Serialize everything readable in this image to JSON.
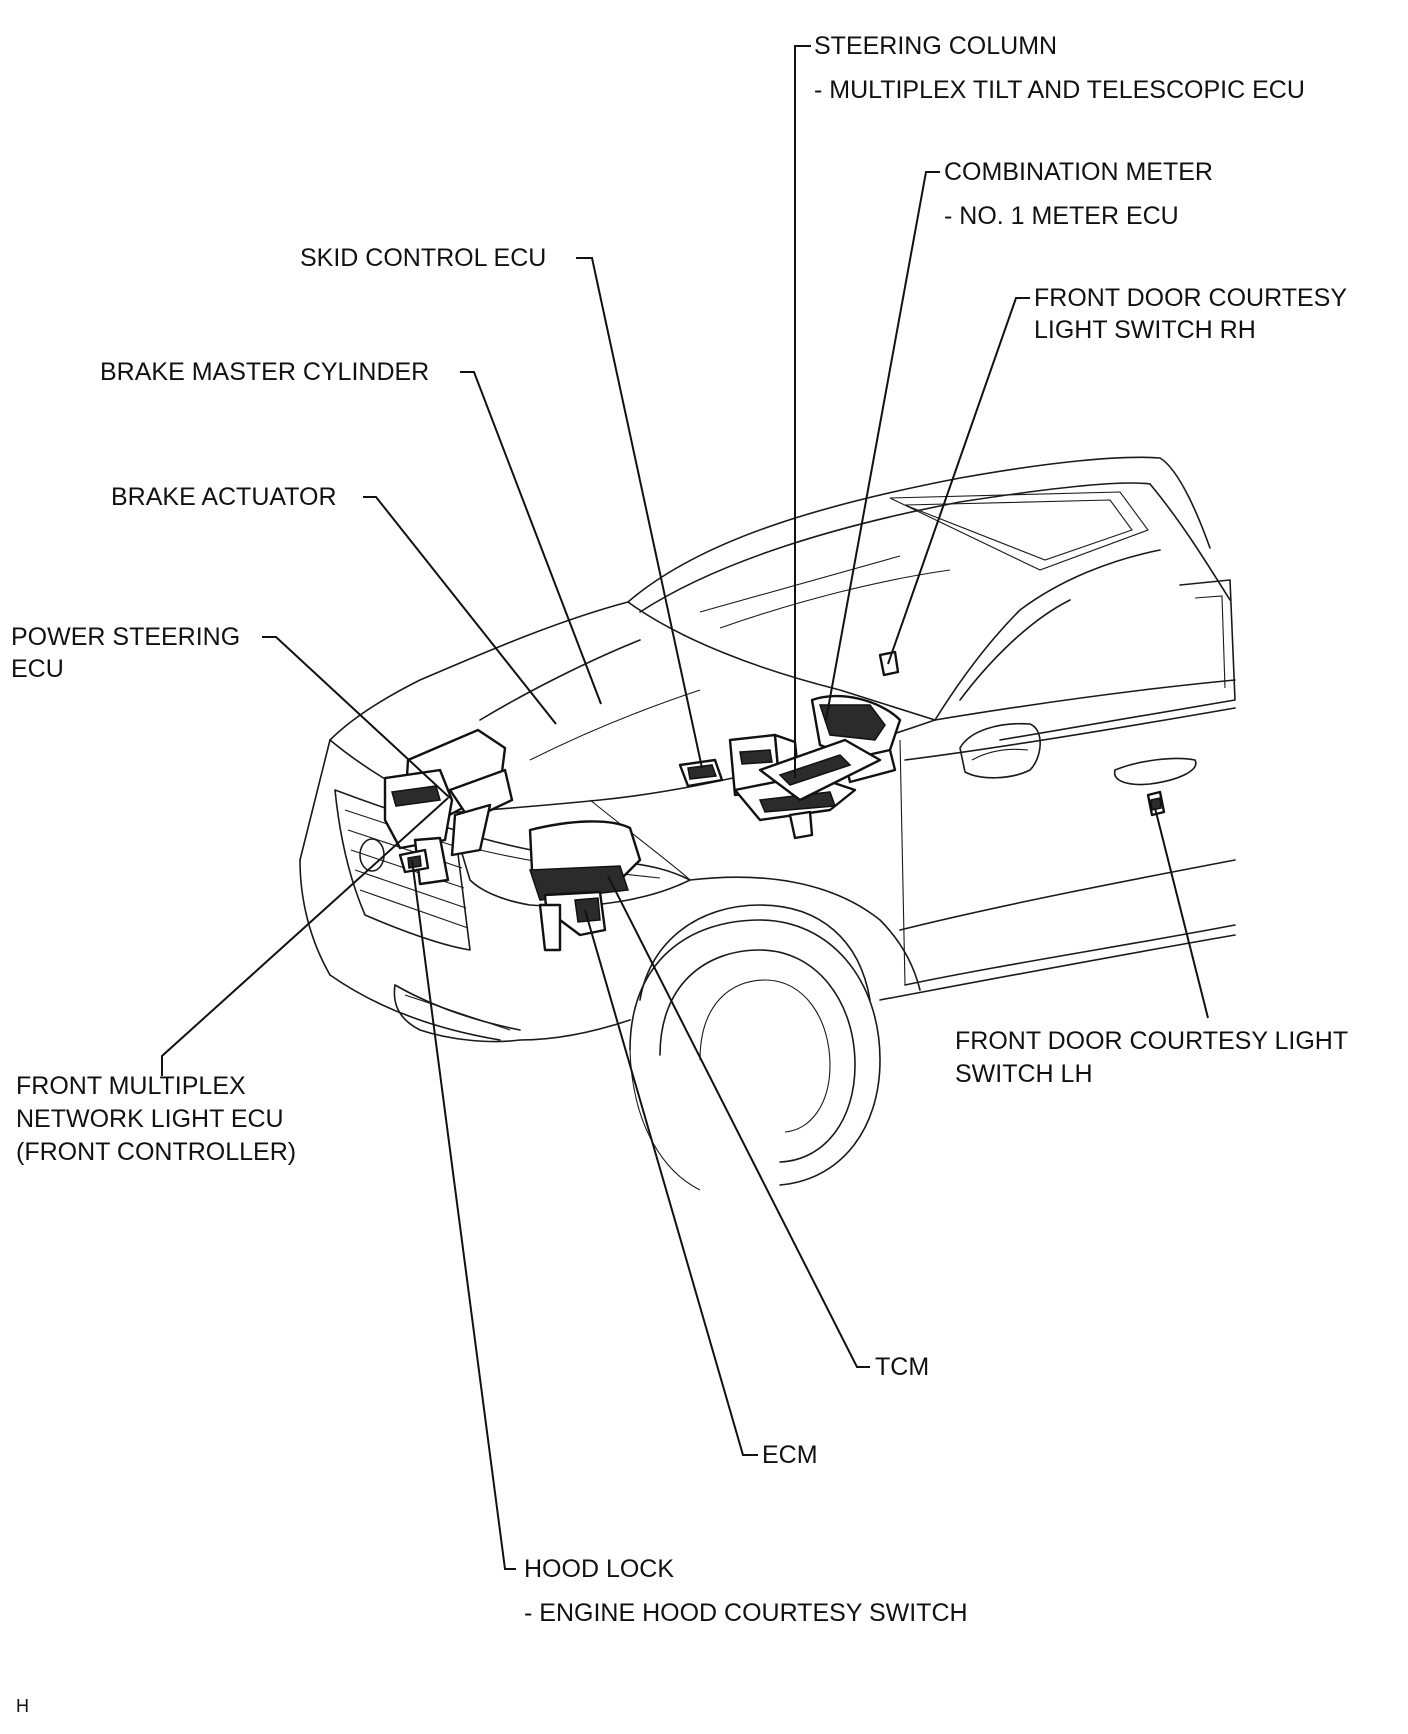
{
  "labels": {
    "steering_column": "STEERING COLUMN",
    "steering_column_sub": "- MULTIPLEX TILT AND TELESCOPIC ECU",
    "combination_meter": "COMBINATION METER",
    "combination_meter_sub": "- NO. 1 METER ECU",
    "skid_control_ecu": "SKID CONTROL ECU",
    "front_door_rh_line1": "FRONT DOOR COURTESY",
    "front_door_rh_line2": "LIGHT SWITCH RH",
    "brake_master_cylinder": "BRAKE MASTER CYLINDER",
    "brake_actuator": "BRAKE ACTUATOR",
    "power_steering_line1": "POWER STEERING",
    "power_steering_line2": "ECU",
    "front_door_lh_line1": "FRONT DOOR COURTESY LIGHT",
    "front_door_lh_line2": "SWITCH LH",
    "front_multiplex_line1": "FRONT MULTIPLEX",
    "front_multiplex_line2": "NETWORK LIGHT ECU",
    "front_multiplex_line3": "(FRONT CONTROLLER)",
    "tcm": "TCM",
    "ecm": "ECM",
    "hood_lock": "HOOD LOCK",
    "hood_lock_sub": "- ENGINE HOOD COURTESY SWITCH",
    "corner_mark": "H"
  },
  "illustration": {
    "subject": "sedan-front-three-quarter-view"
  }
}
